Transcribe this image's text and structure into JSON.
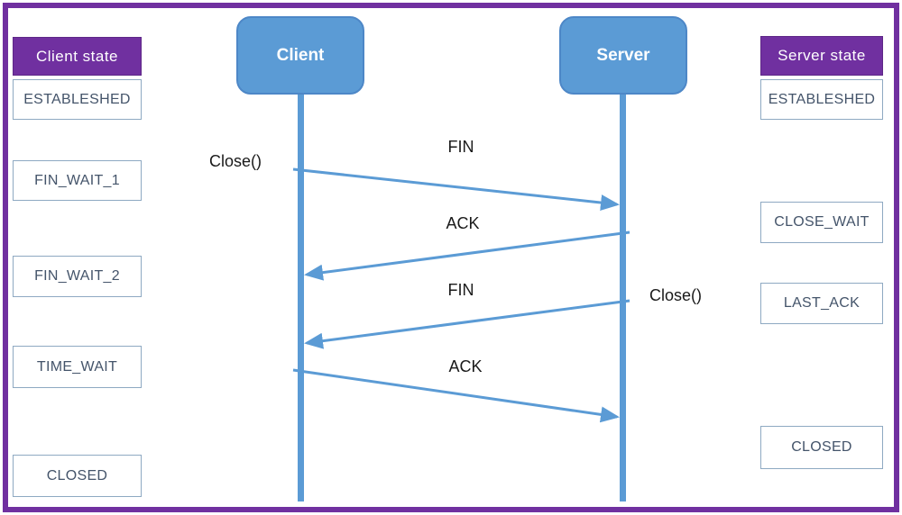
{
  "diagram_type": "tcp-connection-termination-sequence",
  "left_panel": {
    "header": "Client state",
    "states": [
      "ESTABLESHED",
      "FIN_WAIT_1",
      "FIN_WAIT_2",
      "TIME_WAIT",
      "CLOSED"
    ]
  },
  "right_panel": {
    "header": "Server state",
    "states": [
      "ESTABLESHED",
      "CLOSE_WAIT",
      "LAST_ACK",
      "CLOSED"
    ]
  },
  "actors": {
    "client": "Client",
    "server": "Server"
  },
  "messages": [
    {
      "label": "FIN",
      "from": "Client",
      "to": "Server"
    },
    {
      "label": "ACK",
      "from": "Server",
      "to": "Client"
    },
    {
      "label": "FIN",
      "from": "Server",
      "to": "Client"
    },
    {
      "label": "ACK",
      "from": "Client",
      "to": "Server"
    }
  ],
  "annotations": {
    "client_close": "Close()",
    "server_close": "Close()"
  },
  "colors": {
    "accent_blue": "#5B9BD5",
    "frame_purple": "#7030A0",
    "state_text": "#44546A",
    "state_border": "#8EA9C2",
    "message_text": "#1a1a1a"
  }
}
